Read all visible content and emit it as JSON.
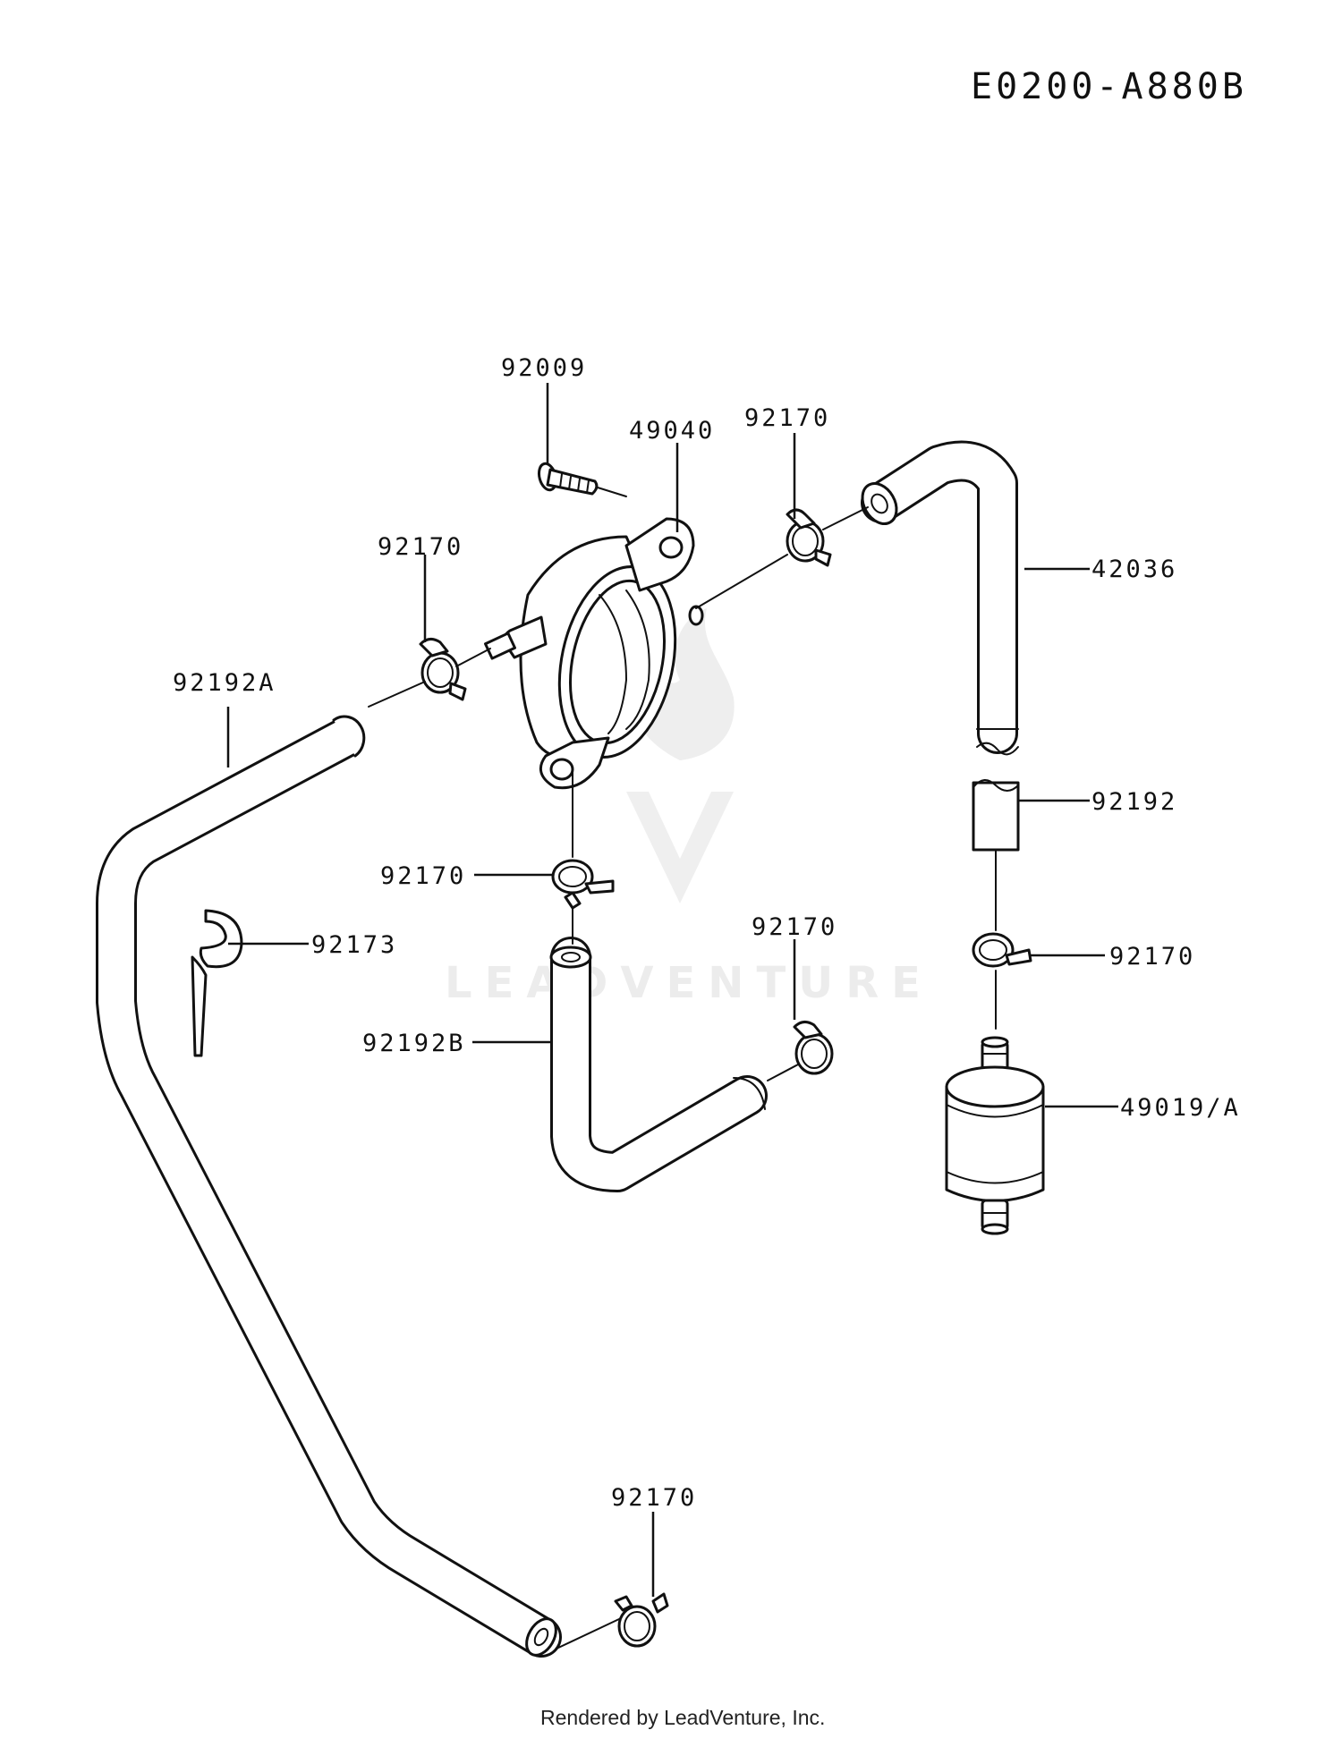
{
  "diagram_code": "E0200-A880B",
  "watermark": "LEADVENTURE",
  "footer": "Rendered by LeadVenture, Inc.",
  "colors": {
    "line": "#111111",
    "background": "#ffffff",
    "watermark": "#ececec"
  },
  "parts": [
    {
      "id": "screw",
      "label": "92009"
    },
    {
      "id": "fuel-pump",
      "label": "49040"
    },
    {
      "id": "clamp-top-right",
      "label": "92170"
    },
    {
      "id": "clamp-top-left",
      "label": "92170"
    },
    {
      "id": "hose-right",
      "label": "42036"
    },
    {
      "id": "hose-long",
      "label": "92192A"
    },
    {
      "id": "hose-short",
      "label": "92192"
    },
    {
      "id": "clamp-middle",
      "label": "92170"
    },
    {
      "id": "clip",
      "label": "92173"
    },
    {
      "id": "clamp-center-right",
      "label": "92170"
    },
    {
      "id": "clamp-filter",
      "label": "92170"
    },
    {
      "id": "hose-bent",
      "label": "92192B"
    },
    {
      "id": "fuel-filter",
      "label": "49019/A"
    },
    {
      "id": "clamp-bottom",
      "label": "92170"
    }
  ]
}
